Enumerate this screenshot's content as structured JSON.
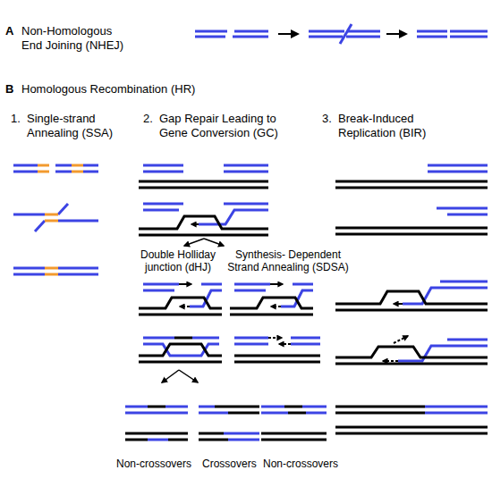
{
  "diagram": {
    "labels": [
      "A",
      "Non-Homologous End Joining (NHEJ)",
      "B",
      "Homologous Recombination (HR)",
      "1.",
      "Single-strand Annealing (SSA)",
      "2.",
      "Gap Repair Leading to Gene Conversion (GC)",
      "3.",
      "Break-Induced Replication (BIR)",
      "Double Holliday junction (dHJ)",
      "Synthesis- Dependent Strand Annealing (SDSA)",
      "Non-crossovers",
      "Crossovers",
      "Non-crossovers"
    ]
  }
}
